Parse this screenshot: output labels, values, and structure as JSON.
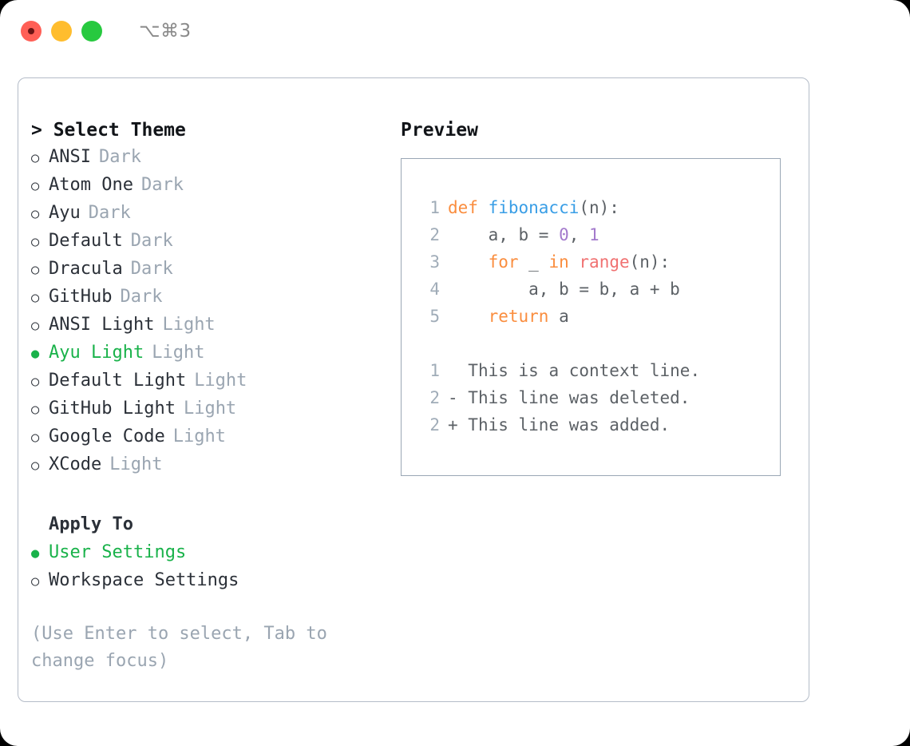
{
  "titlebar": {
    "shortcut": "⌥⌘3",
    "lights": [
      {
        "name": "close",
        "color": "#ff5f56"
      },
      {
        "name": "minimize",
        "color": "#ffbd2e"
      },
      {
        "name": "zoom",
        "color": "#27c93f"
      }
    ]
  },
  "theme_section": {
    "header": "> Select Theme",
    "items": [
      {
        "marker": "○",
        "label": "ANSI",
        "tag": "Dark",
        "selected": false
      },
      {
        "marker": "○",
        "label": "Atom One",
        "tag": "Dark",
        "selected": false
      },
      {
        "marker": "○",
        "label": "Ayu",
        "tag": "Dark",
        "selected": false
      },
      {
        "marker": "○",
        "label": "Default",
        "tag": "Dark",
        "selected": false
      },
      {
        "marker": "○",
        "label": "Dracula",
        "tag": "Dark",
        "selected": false
      },
      {
        "marker": "○",
        "label": "GitHub",
        "tag": "Dark",
        "selected": false
      },
      {
        "marker": "○",
        "label": "ANSI Light",
        "tag": "Light",
        "selected": false
      },
      {
        "marker": "●",
        "label": "Ayu Light",
        "tag": "Light",
        "selected": true
      },
      {
        "marker": "○",
        "label": "Default Light",
        "tag": "Light",
        "selected": false
      },
      {
        "marker": "○",
        "label": "GitHub Light",
        "tag": "Light",
        "selected": false
      },
      {
        "marker": "○",
        "label": "Google Code",
        "tag": "Light",
        "selected": false
      },
      {
        "marker": "○",
        "label": "XCode",
        "tag": "Light",
        "selected": false
      }
    ]
  },
  "apply_section": {
    "header": "Apply To",
    "items": [
      {
        "marker": "●",
        "label": "User Settings",
        "selected": true
      },
      {
        "marker": "○",
        "label": "Workspace Settings",
        "selected": false
      }
    ]
  },
  "hint": "(Use Enter to select, Tab to change focus)",
  "preview": {
    "title": "Preview",
    "code_lines": [
      {
        "number": "1",
        "tokens": [
          {
            "text": "def ",
            "kind": "kw"
          },
          {
            "text": "fibonacci",
            "kind": "fn"
          },
          {
            "text": "(n):",
            "kind": "plain"
          }
        ]
      },
      {
        "number": "2",
        "tokens": [
          {
            "text": "    a, b = ",
            "kind": "plain"
          },
          {
            "text": "0",
            "kind": "num"
          },
          {
            "text": ", ",
            "kind": "plain"
          },
          {
            "text": "1",
            "kind": "num"
          }
        ]
      },
      {
        "number": "3",
        "tokens": [
          {
            "text": "    ",
            "kind": "plain"
          },
          {
            "text": "for",
            "kind": "kw"
          },
          {
            "text": " _ ",
            "kind": "plain"
          },
          {
            "text": "in",
            "kind": "kw"
          },
          {
            "text": " ",
            "kind": "plain"
          },
          {
            "text": "range",
            "kind": "call"
          },
          {
            "text": "(n):",
            "kind": "plain"
          }
        ]
      },
      {
        "number": "4",
        "tokens": [
          {
            "text": "        a, b = b, a + b",
            "kind": "plain"
          }
        ]
      },
      {
        "number": "5",
        "tokens": [
          {
            "text": "    ",
            "kind": "plain"
          },
          {
            "text": "return",
            "kind": "kw"
          },
          {
            "text": " a",
            "kind": "plain"
          }
        ]
      }
    ],
    "diff_lines": [
      {
        "number": "1",
        "sign": " ",
        "text": " This is a context line.",
        "kind": "context"
      },
      {
        "number": "2",
        "sign": "-",
        "text": " This line was deleted.",
        "kind": "deleted"
      },
      {
        "number": "2",
        "sign": "+",
        "text": " This line was added.",
        "kind": "added"
      }
    ]
  },
  "colors": {
    "accent_green": "#19b24a",
    "muted": "#9aa5b1",
    "keyword": "#fa8d3e",
    "function": "#399ee6",
    "number": "#a37acc",
    "call": "#f07171",
    "diff_added": "#12b312",
    "diff_deleted": "#b51f1f",
    "panel_border": "#b4bcc8"
  }
}
